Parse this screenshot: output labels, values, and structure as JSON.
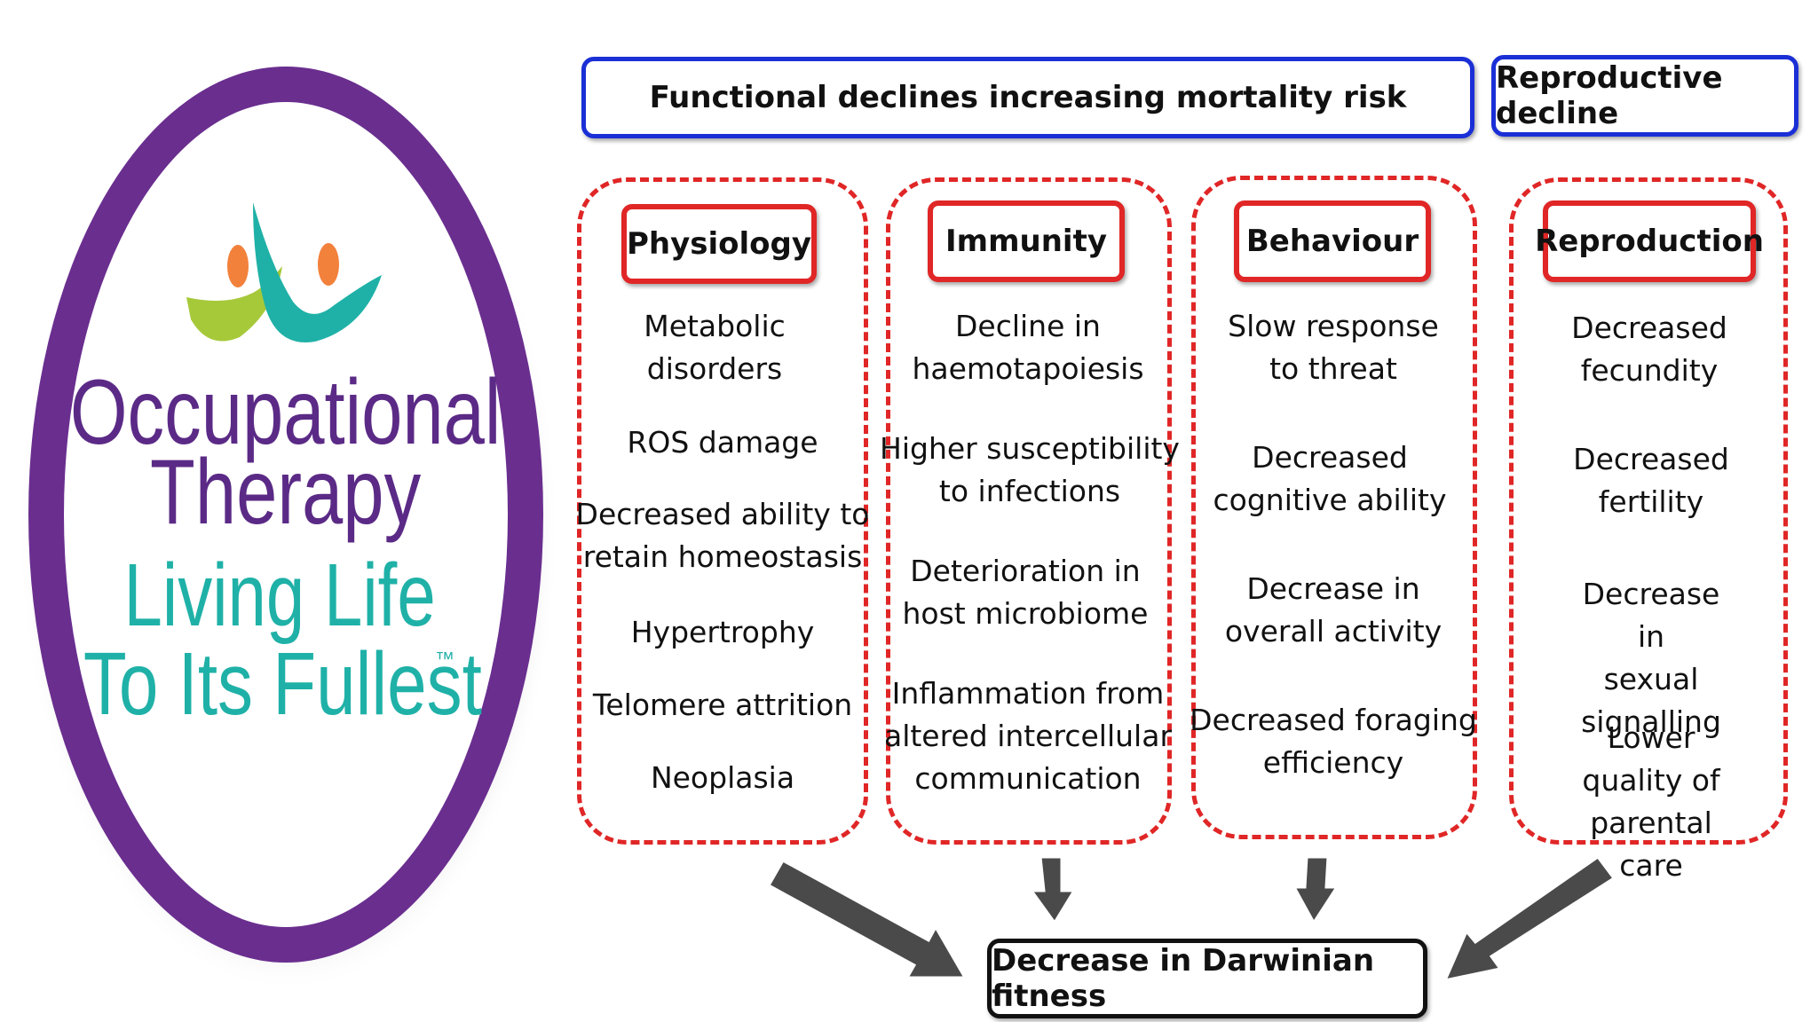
{
  "logo": {
    "line1": "Occupational",
    "line2": "Therapy",
    "line3": "Living Life",
    "line4": "To Its Fullest",
    "tm": "™",
    "colors": {
      "ring": "#6a2e8f",
      "teal": "#1fb1a7",
      "lime": "#a6c93a",
      "orange": "#f2813c",
      "purple_text": "#5b2a86"
    }
  },
  "headers": {
    "functional": "Functional declines increasing mortality risk",
    "reproductive": "Reproductive decline"
  },
  "columns": [
    {
      "title": "Physiology",
      "items": [
        "Metabolic\ndisorders",
        "ROS damage",
        "Decreased ability to\nretain homeostasis",
        "Hypertrophy",
        "Telomere attrition",
        "Neoplasia"
      ]
    },
    {
      "title": "Immunity",
      "items": [
        "Decline in\nhaemotapoiesis",
        "Higher susceptibility\nto infections",
        "Deterioration in\nhost microbiome",
        "Inflammation from\naltered intercellular\ncommunication"
      ]
    },
    {
      "title": "Behaviour",
      "items": [
        "Slow response\nto threat",
        "Decreased\ncognitive ability",
        "Decrease in\noverall activity",
        "Decreased foraging\nefficiency"
      ]
    },
    {
      "title": "Reproduction",
      "items": [
        "Decreased\nfecundity",
        "Decreased\nfertility",
        "Decrease in\nsexual signalling",
        "Lower quality of\nparental care"
      ]
    }
  ],
  "outcome": "Decrease in Darwinian fitness",
  "colors": {
    "header_border": "#1a2fd6",
    "column_border": "#e02626",
    "arrow": "#4a4a4a"
  }
}
